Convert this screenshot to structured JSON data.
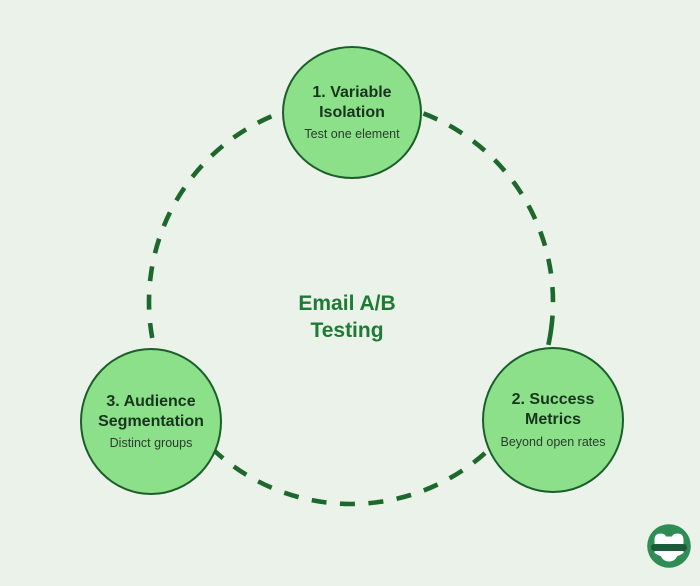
{
  "diagram": {
    "center_title": "Email A/B Testing",
    "nodes": {
      "variable_isolation": {
        "title": "1. Variable Isolation",
        "subtitle": "Test one element"
      },
      "success_metrics": {
        "title": "2. Success Metrics",
        "subtitle": "Beyond open rates"
      },
      "audience_segmentation": {
        "title": "3. Audience Segmentation",
        "subtitle": "Distinct groups"
      }
    },
    "colors": {
      "background": "#eaf2ea",
      "node_fill": "#8ce08a",
      "node_border": "#1b5e2a",
      "node_title_text": "#17351d",
      "node_subtitle_text": "#2a3d2d",
      "center_title_text": "#1e7b34",
      "dashed_ring": "#1d682c",
      "logo_green": "#2e8d55"
    },
    "icons": {
      "logo": "mascot-face-sunglasses-icon"
    }
  }
}
